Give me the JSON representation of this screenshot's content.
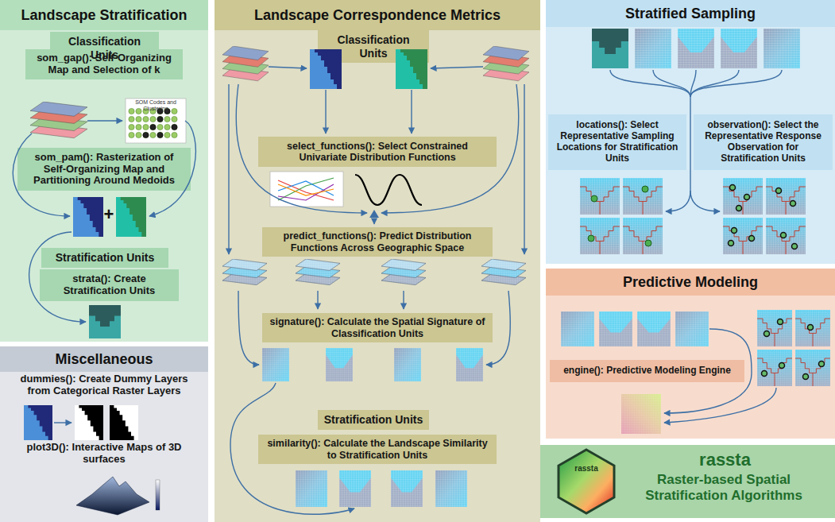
{
  "diagram": {
    "nodes": [
      {
        "text": [
          "Landscape Stratification"
        ]
      },
      {
        "text": [
          "Classification Units"
        ],
        "in": 0
      },
      {
        "text": [
          "som_gap(): Self-Organizing Map and Selection of k"
        ],
        "in": 0
      },
      {
        "text": [
          "som_pam(): Rasterization of Self-Organizing Map and Partitioning Around Medoids"
        ],
        "in": 0
      },
      {
        "text": [
          "Stratification Units"
        ],
        "in": 0
      },
      {
        "text": [
          "strata(): Create Stratification Units"
        ],
        "in": 0
      },
      {
        "text": [
          "Landscape Correspondence Metrics"
        ]
      },
      {
        "text": [
          "Classification Units"
        ],
        "in": 6
      },
      {
        "text": [
          "select_functions(): Select Constrained Univariate Distribution Functions"
        ],
        "in": 6
      },
      {
        "text": [
          "predict_functions(): Predict Distribution Functions Across Geographic Space"
        ],
        "in": 6
      },
      {
        "text": [
          "signature(): Calculate the Spatial Signature of Classification Units"
        ],
        "in": 6
      },
      {
        "text": [
          "Stratification Units"
        ],
        "in": 6
      },
      {
        "text": [
          "similarity(): Calculate the Landscape Similarity to Stratification Units"
        ],
        "in": 6
      },
      {
        "text": [
          "Stratified Sampling"
        ]
      },
      {
        "text": [
          "locations(): Select Representative Sampling Locations for Stratification Units"
        ],
        "in": 13
      },
      {
        "text": [
          "observation(): Select the Representative Response Observation for Stratification Units"
        ],
        "in": 13
      },
      {
        "text": [
          "Miscellaneous",
          "dummies(): Create Dummy Layers from Categorical Raster Layers",
          "plot3D(): Interactive Maps of 3D surfaces"
        ]
      },
      {
        "text": [
          "Predictive Modeling"
        ]
      },
      {
        "text": [
          "engine(): Predictive Modeling Engine"
        ],
        "in": 17
      },
      {
        "text": [
          "rassta",
          "Raster-based Spatial Stratification Algorithms"
        ]
      }
    ],
    "labels": [
      "SOM Codes and Clustering",
      "+",
      "rassta"
    ]
  }
}
